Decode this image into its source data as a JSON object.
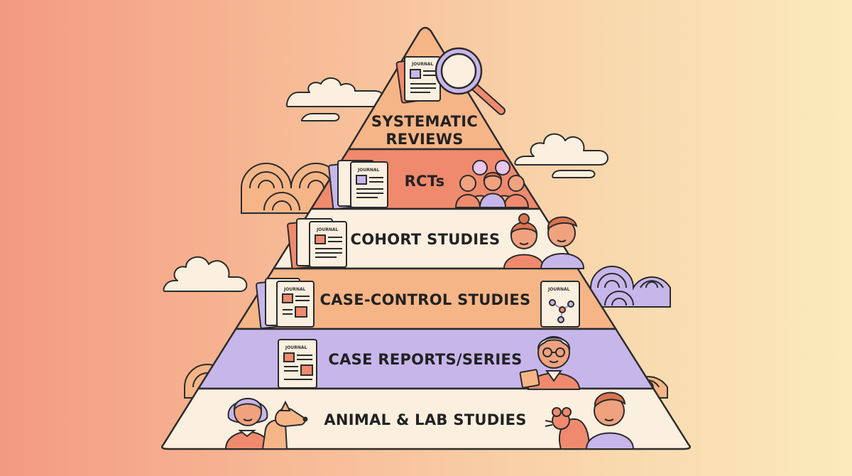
{
  "colors": {
    "outline": "#2b2b2b",
    "cream": "#fbefdf",
    "peach": "#f6b587",
    "coral": "#ef8a6e",
    "lavender": "#c7b6ea",
    "lavender_dark": "#a896db",
    "skin": "#f0a27f",
    "hair_brown": "#d9744f",
    "gray_hair": "#e8e4ee"
  },
  "pyramid": {
    "tiers": [
      {
        "label_lines": [
          "SYSTEMATIC",
          "REVIEWS"
        ],
        "fill": "#f6b587"
      },
      {
        "label_lines": [
          "RCTs"
        ],
        "fill": "#ef8a6e"
      },
      {
        "label_lines": [
          "COHORT STUDIES"
        ],
        "fill": "#fbefdf"
      },
      {
        "label_lines": [
          "CASE-CONTROL STUDIES"
        ],
        "fill": "#f6b587"
      },
      {
        "label_lines": [
          "CASE REPORTS/SERIES"
        ],
        "fill": "#c7b6ea"
      },
      {
        "label_lines": [
          "ANIMAL & LAB STUDIES"
        ],
        "fill": "#fbefdf"
      }
    ]
  },
  "journal": {
    "label": "JOURNAL"
  },
  "icons": [
    "journal-icon",
    "magnifying-glass-icon",
    "people-group-icon",
    "woman-icon",
    "man-icon",
    "molecule-journal-icon",
    "elderly-man-icon",
    "dog-icon",
    "mouse-icon",
    "boy-icon",
    "cloud-icon",
    "wave-pattern-icon"
  ]
}
